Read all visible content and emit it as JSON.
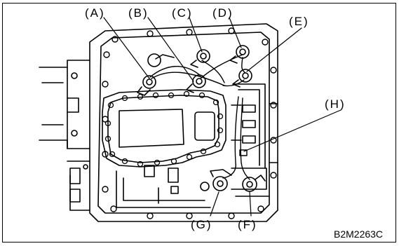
{
  "figure": {
    "callouts": {
      "a": "(A)",
      "b": "(B)",
      "c": "(C)",
      "d": "(D)",
      "e": "(E)",
      "f": "(F)",
      "g": "(G)",
      "h": "(H)"
    },
    "code": "B2M2263C"
  }
}
